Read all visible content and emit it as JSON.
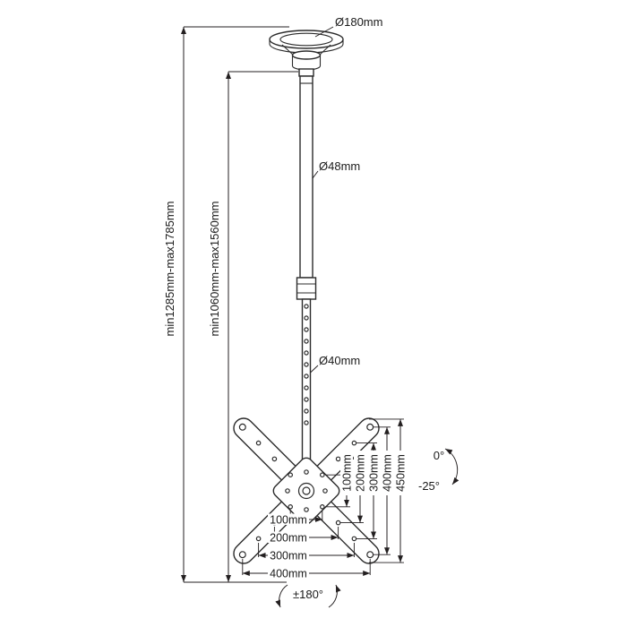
{
  "diagram": {
    "type": "technical-dimension-drawing",
    "subject": "ceiling TV mount with telescopic pole and VESA X-bracket",
    "colors": {
      "line": "#231f20",
      "background": "#ffffff"
    },
    "labels": {
      "ceiling_plate_diameter": "Ø180mm",
      "upper_pole_diameter": "Ø48mm",
      "lower_pole_diameter": "Ø40mm",
      "overall_height_range": "min1285mm-max1785mm",
      "pole_height_range": "min1060mm-max1560mm",
      "vesa_vertical": [
        "100mm",
        "200mm",
        "300mm",
        "400mm",
        "450mm"
      ],
      "vesa_horizontal": [
        "100mm",
        "200mm",
        "300mm",
        "400mm"
      ],
      "tilt_max": "0°",
      "tilt_min": "-25°",
      "swivel_range": "±180°"
    }
  }
}
